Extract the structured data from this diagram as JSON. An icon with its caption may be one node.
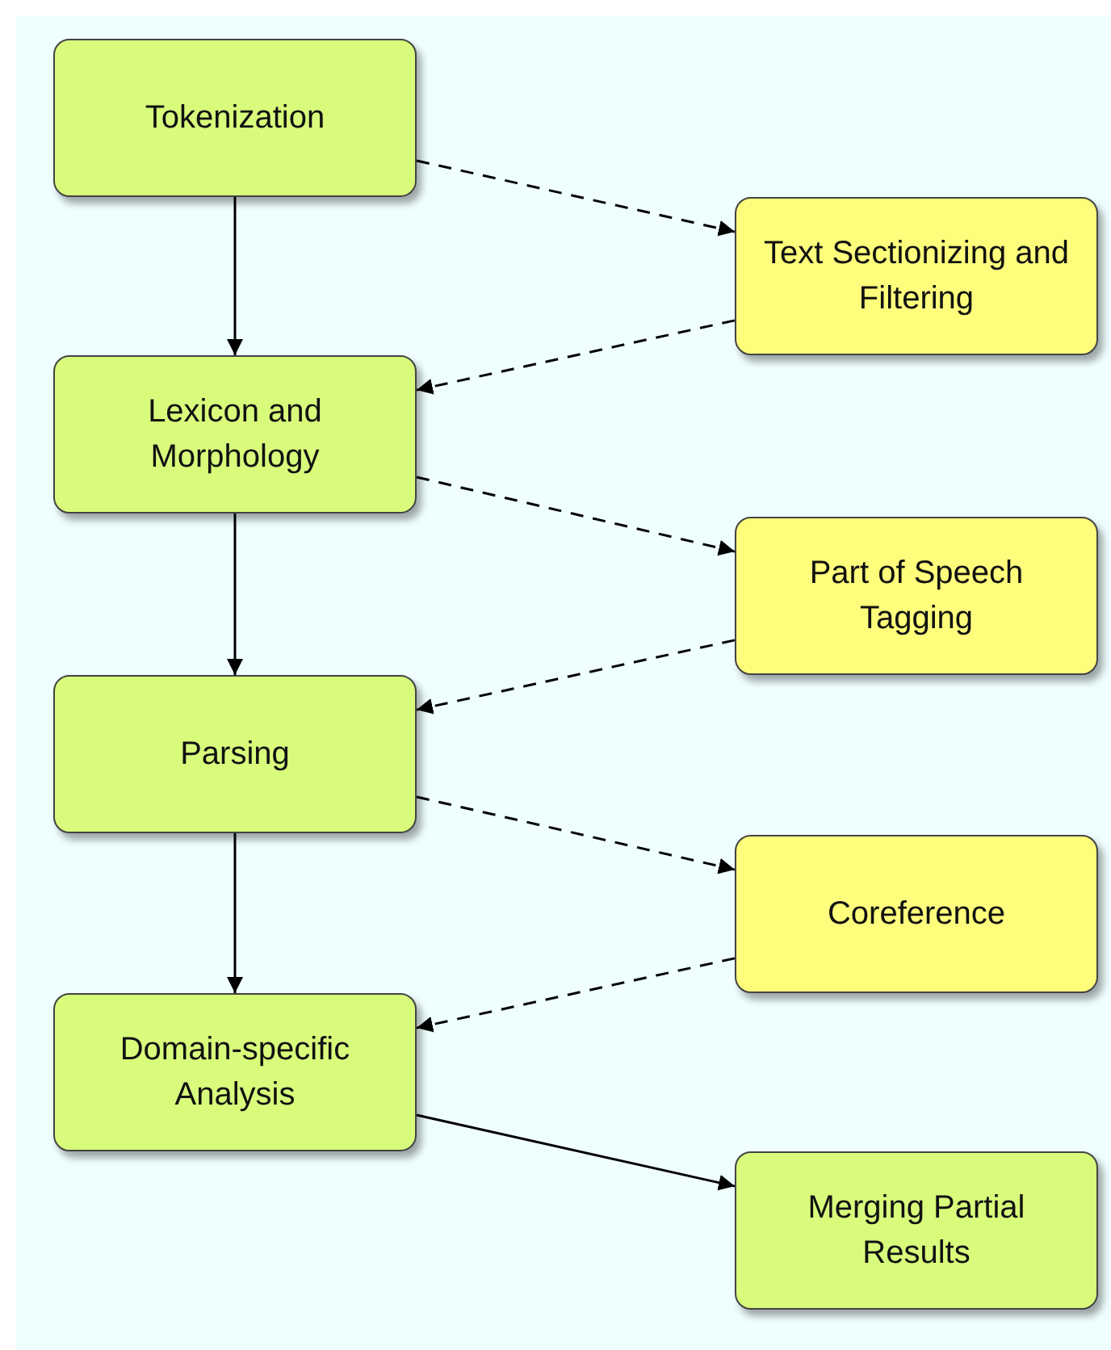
{
  "diagram": {
    "nodes": [
      {
        "text": [
          "Tokenization"
        ]
      },
      {
        "text": [
          "Text Sectionizing and Filtering"
        ]
      },
      {
        "text": [
          "Lexicon and Morphology"
        ]
      },
      {
        "text": [
          "Part of Speech Tagging"
        ]
      },
      {
        "text": [
          "Parsing"
        ]
      },
      {
        "text": [
          "Coreference"
        ]
      },
      {
        "text": [
          "Domain-specific Analysis"
        ]
      },
      {
        "text": [
          "Merging Partial Results"
        ]
      }
    ],
    "edges": [
      {
        "from": 0,
        "to": 2,
        "arrow": "to"
      },
      {
        "from": 0,
        "to": 1,
        "arrow": "to",
        "style": "dashed"
      },
      {
        "from": 1,
        "to": 2,
        "arrow": "to",
        "style": "dashed"
      },
      {
        "from": 2,
        "to": 4,
        "arrow": "to"
      },
      {
        "from": 2,
        "to": 3,
        "arrow": "to",
        "style": "dashed"
      },
      {
        "from": 3,
        "to": 4,
        "arrow": "to",
        "style": "dashed"
      },
      {
        "from": 4,
        "to": 6,
        "arrow": "to"
      },
      {
        "from": 4,
        "to": 5,
        "arrow": "to",
        "style": "dashed"
      },
      {
        "from": 5,
        "to": 6,
        "arrow": "to",
        "style": "dashed"
      },
      {
        "from": 6,
        "to": 7,
        "arrow": "to"
      }
    ]
  }
}
